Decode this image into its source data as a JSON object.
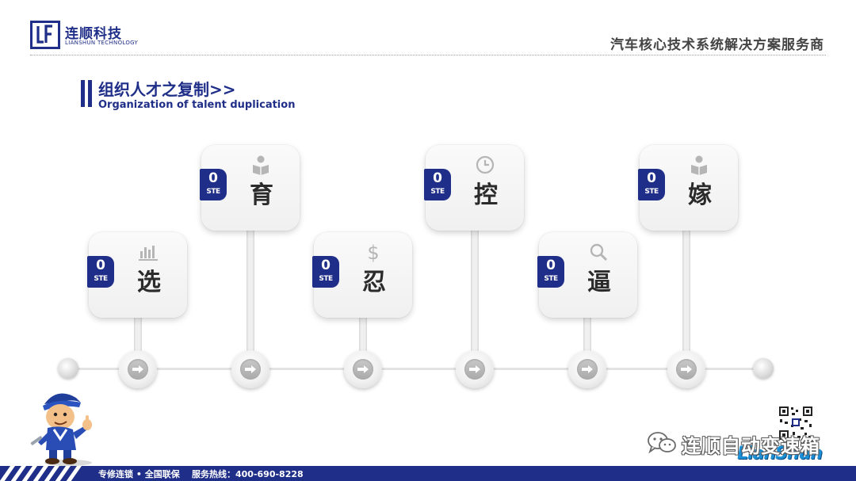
{
  "header": {
    "logo_name": "连顺科技",
    "logo_sub": "LIANSHUN TECHNOLOGY",
    "tagline": "汽车核心技术系统解决方案服务商"
  },
  "section": {
    "title": "组织人才之复制>>",
    "subtitle": "Organization of talent duplication"
  },
  "steps": [
    {
      "badge_num": "0",
      "badge_label": "STE",
      "char": "选",
      "icon": "bar-chart-icon"
    },
    {
      "badge_num": "0",
      "badge_label": "STE",
      "char": "育",
      "icon": "reader-icon"
    },
    {
      "badge_num": "0",
      "badge_label": "STE",
      "char": "忍",
      "icon": "dollar-icon"
    },
    {
      "badge_num": "0",
      "badge_label": "STE",
      "char": "控",
      "icon": "clock-icon"
    },
    {
      "badge_num": "0",
      "badge_label": "STE",
      "char": "逼",
      "icon": "search-icon"
    },
    {
      "badge_num": "0",
      "badge_label": "STE",
      "char": "嫁",
      "icon": "reader-icon"
    }
  ],
  "watermark": {
    "text": "连顺自动变速箱",
    "brand": "LianShun"
  },
  "footer": {
    "text1": "专修连锁 • 全国联保",
    "text2": "服务热线：400-690-8228"
  },
  "colors": {
    "primary": "#1f2e88",
    "card": "#f4f4f4",
    "brand_script": "#1a8fd6"
  }
}
